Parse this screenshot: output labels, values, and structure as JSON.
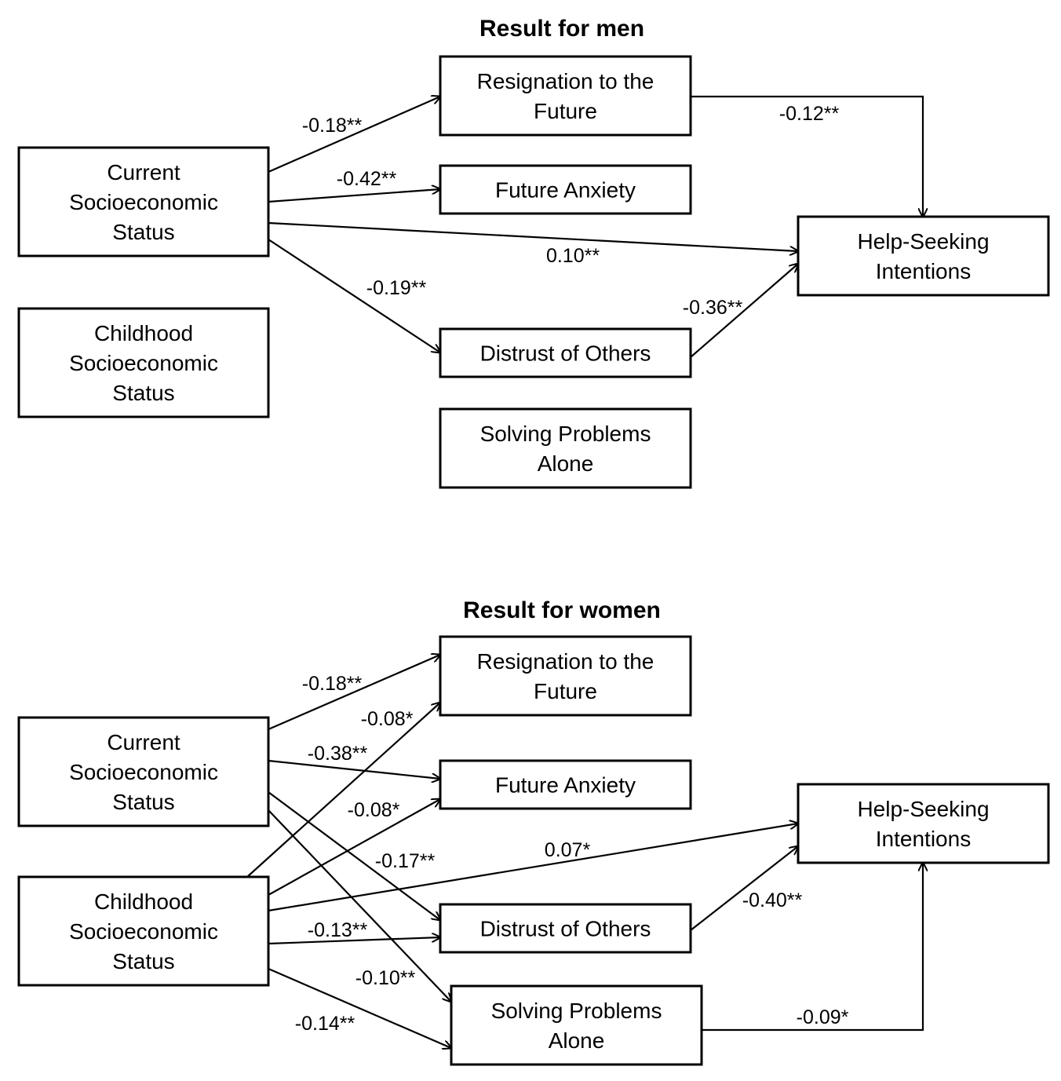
{
  "panels": [
    {
      "id": "men",
      "title": "Result for men",
      "nodes": [
        {
          "id": "cses",
          "lines": [
            "Current",
            "Socioeconomic",
            "Status"
          ]
        },
        {
          "id": "chses",
          "lines": [
            "Childhood",
            "Socioeconomic",
            "Status"
          ]
        },
        {
          "id": "rtf",
          "lines": [
            "Resignation to the",
            "Future"
          ]
        },
        {
          "id": "fa",
          "lines": [
            "Future Anxiety"
          ]
        },
        {
          "id": "doo",
          "lines": [
            "Distrust of Others"
          ]
        },
        {
          "id": "spa",
          "lines": [
            "Solving Problems",
            "Alone"
          ]
        },
        {
          "id": "hsi",
          "lines": [
            "Help-Seeking",
            "Intentions"
          ]
        }
      ],
      "edges": [
        {
          "from": "cses",
          "to": "rtf",
          "label": "-0.18**"
        },
        {
          "from": "cses",
          "to": "fa",
          "label": "-0.42**"
        },
        {
          "from": "cses",
          "to": "hsi",
          "label": "0.10**"
        },
        {
          "from": "cses",
          "to": "doo",
          "label": "-0.19**"
        },
        {
          "from": "rtf",
          "to": "hsi",
          "label": "-0.12**"
        },
        {
          "from": "doo",
          "to": "hsi",
          "label": "-0.36**"
        }
      ]
    },
    {
      "id": "women",
      "title": "Result for women",
      "nodes": [
        {
          "id": "cses",
          "lines": [
            "Current",
            "Socioeconomic",
            "Status"
          ]
        },
        {
          "id": "chses",
          "lines": [
            "Childhood",
            "Socioeconomic",
            "Status"
          ]
        },
        {
          "id": "rtf",
          "lines": [
            "Resignation to the",
            "Future"
          ]
        },
        {
          "id": "fa",
          "lines": [
            "Future Anxiety"
          ]
        },
        {
          "id": "doo",
          "lines": [
            "Distrust of Others"
          ]
        },
        {
          "id": "spa",
          "lines": [
            "Solving Problems",
            "Alone"
          ]
        },
        {
          "id": "hsi",
          "lines": [
            "Help-Seeking",
            "Intentions"
          ]
        }
      ],
      "edges": [
        {
          "from": "cses",
          "to": "rtf",
          "label": "-0.18**"
        },
        {
          "from": "chses",
          "to": "rtf",
          "label": "-0.08*"
        },
        {
          "from": "cses",
          "to": "fa",
          "label": "-0.38**"
        },
        {
          "from": "chses",
          "to": "fa",
          "label": "-0.08*"
        },
        {
          "from": "cses",
          "to": "doo",
          "label": "-0.17**"
        },
        {
          "from": "chses",
          "to": "hsi",
          "label": "0.07*"
        },
        {
          "from": "chses",
          "to": "doo",
          "label": "-0.13**"
        },
        {
          "from": "cses",
          "to": "spa",
          "label": "-0.10**"
        },
        {
          "from": "chses",
          "to": "spa",
          "label": "-0.14**"
        },
        {
          "from": "doo",
          "to": "hsi",
          "label": "-0.40**"
        },
        {
          "from": "spa",
          "to": "hsi",
          "label": "-0.09*"
        }
      ]
    }
  ]
}
